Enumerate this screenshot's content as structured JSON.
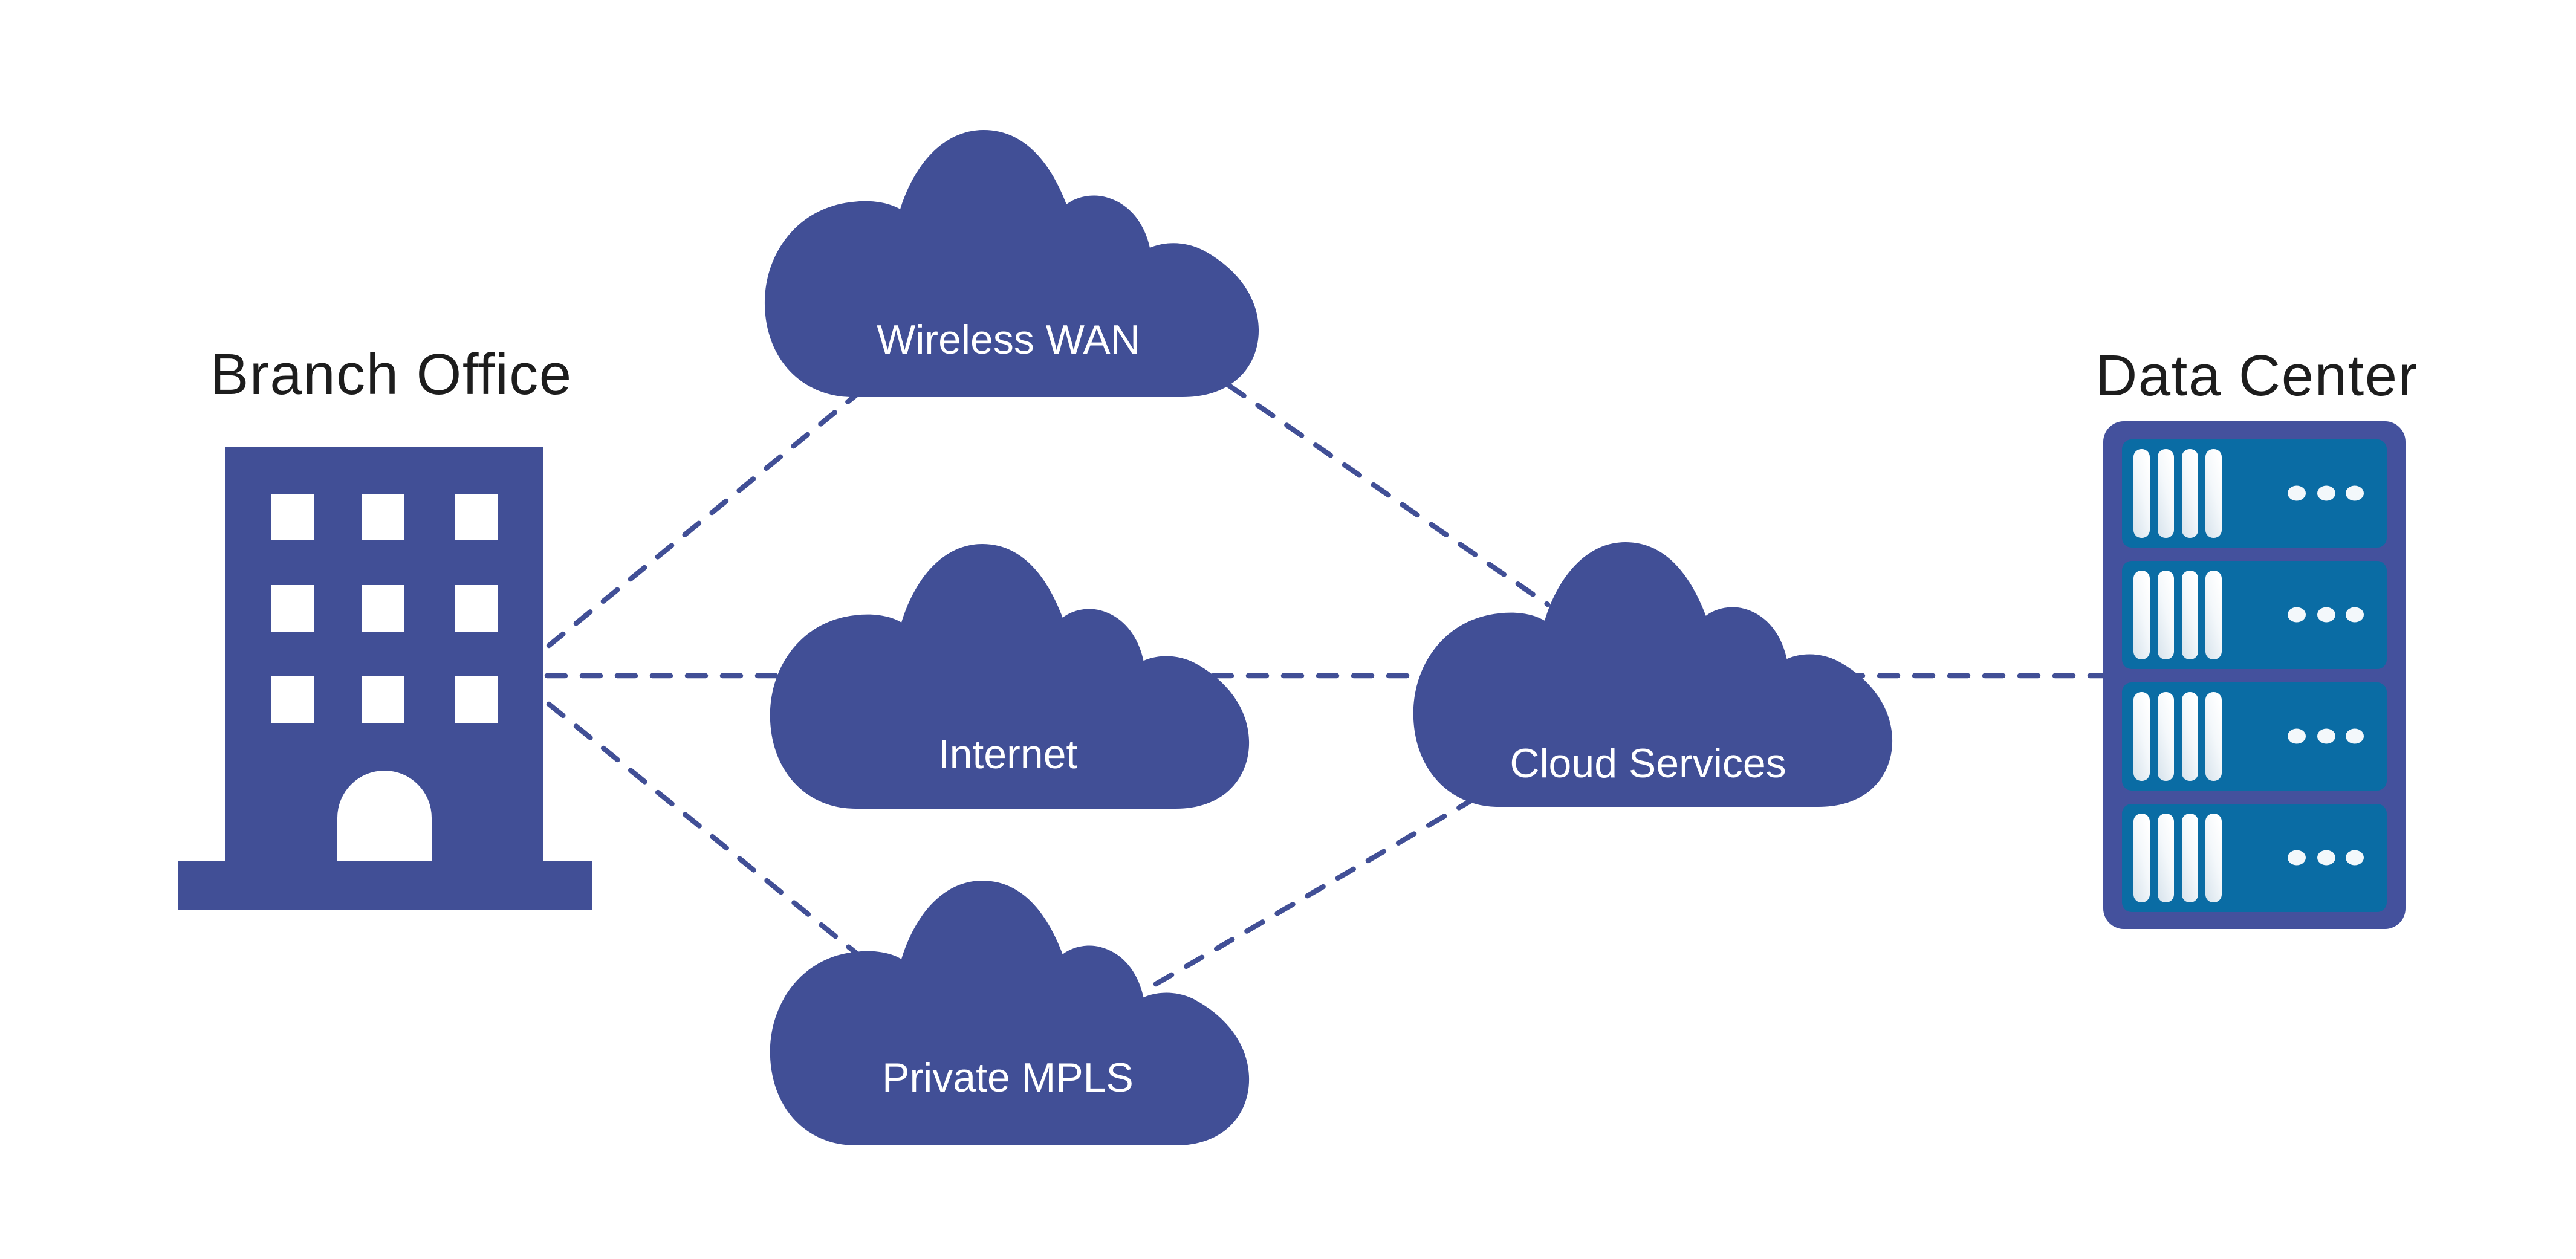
{
  "colors": {
    "node_blue": "#414F96",
    "rack_frame_blue": "#44519D",
    "server_teal": "#0A6CA4",
    "connector_blue": "#414F96",
    "label_text": "#1D1D1D",
    "cloud_label_text": "#FFFFFF"
  },
  "nodes": {
    "branch_office": {
      "label": "Branch Office",
      "icon": "office-building-icon"
    },
    "wireless_wan": {
      "label": "Wireless WAN",
      "icon": "cloud-icon"
    },
    "internet": {
      "label": "Internet",
      "icon": "cloud-icon"
    },
    "private_mpls": {
      "label": "Private MPLS",
      "icon": "cloud-icon"
    },
    "cloud_services": {
      "label": "Cloud Services",
      "icon": "cloud-icon"
    },
    "data_center": {
      "label": "Data Center",
      "icon": "server-rack-icon",
      "server_count": 4
    }
  },
  "connections": [
    {
      "from": "branch_office",
      "to": "wireless_wan",
      "style": "dashed"
    },
    {
      "from": "branch_office",
      "to": "internet",
      "style": "dashed"
    },
    {
      "from": "branch_office",
      "to": "private_mpls",
      "style": "dashed"
    },
    {
      "from": "wireless_wan",
      "to": "cloud_services",
      "style": "dashed"
    },
    {
      "from": "internet",
      "to": "cloud_services",
      "style": "dashed"
    },
    {
      "from": "private_mpls",
      "to": "cloud_services",
      "style": "dashed"
    },
    {
      "from": "cloud_services",
      "to": "data_center",
      "style": "dashed"
    }
  ]
}
